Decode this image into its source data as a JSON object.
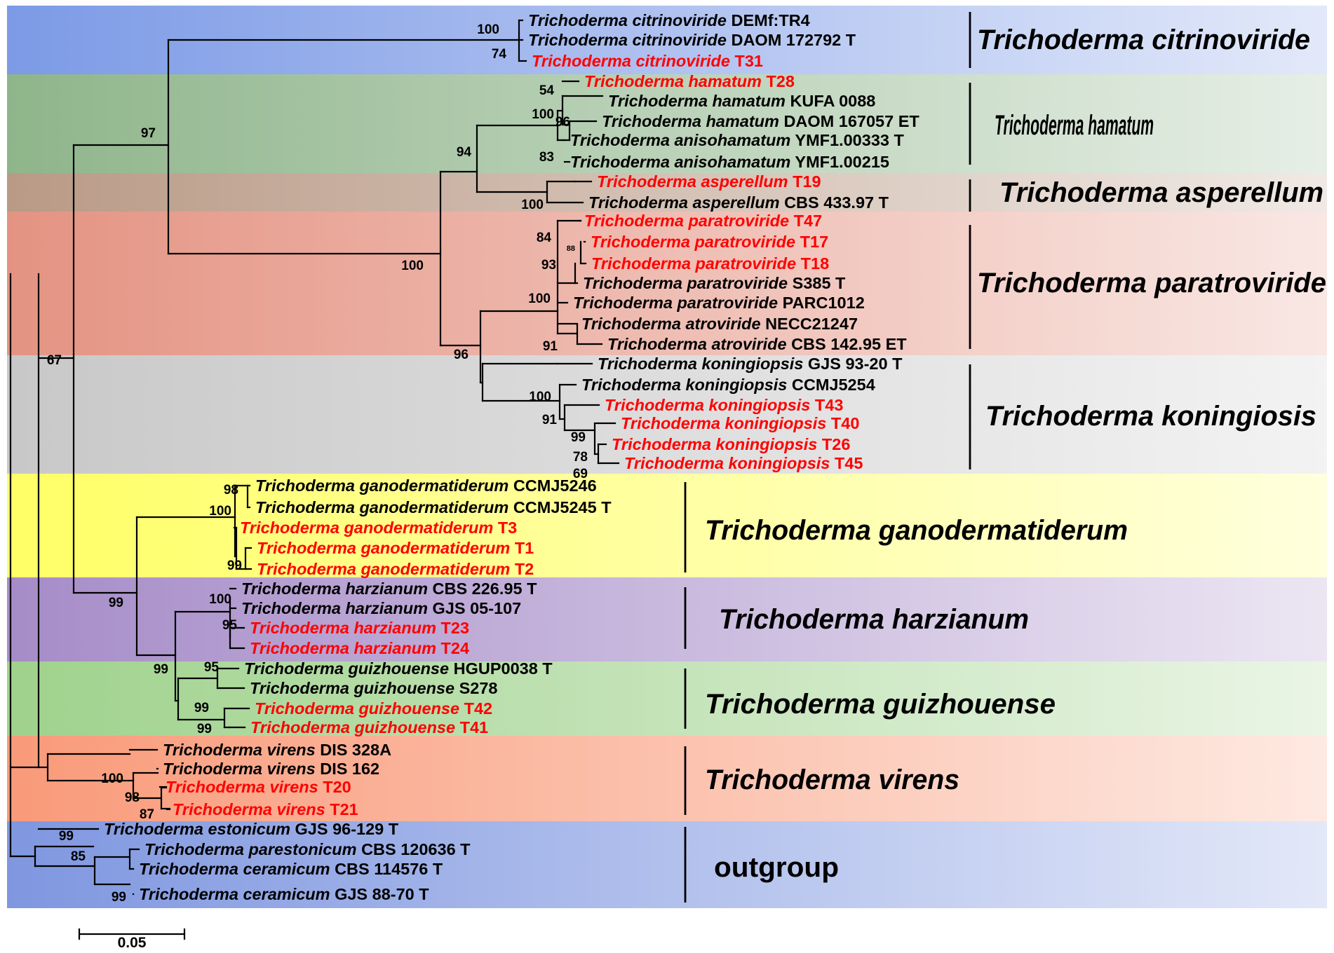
{
  "colors": {
    "tree_line": "#000000",
    "tip_black": "#000000",
    "tip_red": "#ff0000"
  },
  "bands": [
    {
      "name": "Trichoderma citrinoviride",
      "color": "#7c9ae6"
    },
    {
      "name": "Trichoderma hamatum",
      "color": "#8fb58b"
    },
    {
      "name": "Trichoderma asperellum",
      "color": "#b99a86"
    },
    {
      "name": "Trichoderma paratroviride",
      "color": "#e49382"
    },
    {
      "name": "Trichoderma koningiosis",
      "color": "#c8c8c8"
    },
    {
      "name": "Trichoderma ganodermatiderum",
      "color": "#ffff66"
    },
    {
      "name": "Trichoderma harzianum",
      "color": "#a68cc8"
    },
    {
      "name": "Trichoderma guizhouense",
      "color": "#9fd28c"
    },
    {
      "name": "Trichoderma virens",
      "color": "#f99a79"
    },
    {
      "name": "outgroup",
      "color": "#7f97e0"
    }
  ],
  "clade_labels": [
    "Trichoderma citrinoviride",
    "Trichoderma hamatum",
    "Trichoderma asperellum",
    "Trichoderma paratroviride",
    "Trichoderma koningiosis",
    "Trichoderma ganodermatiderum",
    "Trichoderma harzianum",
    "Trichoderma guizhouense",
    "Trichoderma virens",
    "outgroup"
  ],
  "tips": [
    {
      "species": "Trichoderma citrinoviride",
      "strain": "DEMf:TR4",
      "highlight": false
    },
    {
      "species": "Trichoderma citrinoviride",
      "strain": "DAOM 172792 T",
      "highlight": false
    },
    {
      "species": "Trichoderma citrinoviride",
      "strain": "T31",
      "highlight": true
    },
    {
      "species": "Trichoderma hamatum",
      "strain": "T28",
      "highlight": true
    },
    {
      "species": "Trichoderma hamatum",
      "strain": "KUFA 0088",
      "highlight": false
    },
    {
      "species": "Trichoderma hamatum",
      "strain": "DAOM 167057 ET",
      "highlight": false
    },
    {
      "species": "Trichoderma anisohamatum",
      "strain": "YMF1.00333 T",
      "highlight": false
    },
    {
      "species": "Trichoderma anisohamatum",
      "strain": "YMF1.00215",
      "highlight": false
    },
    {
      "species": "Trichoderma asperellum",
      "strain": "T19",
      "highlight": true
    },
    {
      "species": "Trichoderma asperellum",
      "strain": "CBS 433.97 T",
      "highlight": false
    },
    {
      "species": "Trichoderma paratroviride",
      "strain": "T47",
      "highlight": true
    },
    {
      "species": "Trichoderma paratroviride",
      "strain": "T17",
      "highlight": true
    },
    {
      "species": "Trichoderma paratroviride",
      "strain": "T18",
      "highlight": true
    },
    {
      "species": "Trichoderma paratroviride",
      "strain": "S385 T",
      "highlight": false
    },
    {
      "species": "Trichoderma paratroviride",
      "strain": "PARC1012",
      "highlight": false
    },
    {
      "species": "Trichoderma atroviride",
      "strain": "NECC21247",
      "highlight": false
    },
    {
      "species": "Trichoderma atroviride",
      "strain": "CBS 142.95 ET",
      "highlight": false
    },
    {
      "species": "Trichoderma koningiopsis",
      "strain": "GJS 93-20 T",
      "highlight": false
    },
    {
      "species": "Trichoderma koningiopsis",
      "strain": "CCMJ5254",
      "highlight": false
    },
    {
      "species": "Trichoderma koningiopsis",
      "strain": "T43",
      "highlight": true
    },
    {
      "species": "Trichoderma koningiopsis",
      "strain": "T40",
      "highlight": true
    },
    {
      "species": "Trichoderma koningiopsis",
      "strain": "T26",
      "highlight": true
    },
    {
      "species": "Trichoderma koningiopsis",
      "strain": "T45",
      "highlight": true
    },
    {
      "species": "Trichoderma ganodermatiderum",
      "strain": "CCMJ5246",
      "highlight": false
    },
    {
      "species": "Trichoderma ganodermatiderum",
      "strain": "CCMJ5245 T",
      "highlight": false
    },
    {
      "species": "Trichoderma ganodermatiderum",
      "strain": "T3",
      "highlight": true
    },
    {
      "species": "Trichoderma ganodermatiderum",
      "strain": "T1",
      "highlight": true
    },
    {
      "species": "Trichoderma ganodermatiderum",
      "strain": "T2",
      "highlight": true
    },
    {
      "species": "Trichoderma harzianum",
      "strain": "CBS 226.95 T",
      "highlight": false
    },
    {
      "species": "Trichoderma harzianum",
      "strain": "GJS 05-107",
      "highlight": false
    },
    {
      "species": "Trichoderma harzianum",
      "strain": "T23",
      "highlight": true
    },
    {
      "species": "Trichoderma harzianum",
      "strain": "T24",
      "highlight": true
    },
    {
      "species": "Trichoderma guizhouense",
      "strain": "HGUP0038 T",
      "highlight": false
    },
    {
      "species": "Trichoderma guizhouense",
      "strain": "S278",
      "highlight": false
    },
    {
      "species": "Trichoderma guizhouense",
      "strain": "T42",
      "highlight": true
    },
    {
      "species": "Trichoderma guizhouense",
      "strain": "T41",
      "highlight": true
    },
    {
      "species": "Trichoderma virens",
      "strain": "DIS 328A",
      "highlight": false
    },
    {
      "species": "Trichoderma virens",
      "strain": "DIS 162",
      "highlight": false
    },
    {
      "species": "Trichoderma virens",
      "strain": "T20",
      "highlight": true
    },
    {
      "species": "Trichoderma virens",
      "strain": "T21",
      "highlight": true
    },
    {
      "species": "Trichoderma estonicum",
      "strain": "GJS 96-129 T",
      "highlight": false
    },
    {
      "species": "Trichoderma parestonicum",
      "strain": "CBS 120636 T",
      "highlight": false
    },
    {
      "species": "Trichoderma ceramicum",
      "strain": "CBS 114576 T",
      "highlight": false
    },
    {
      "species": "Trichoderma ceramicum",
      "strain": "GJS 88-70 T",
      "highlight": false
    }
  ],
  "support_values": [
    "100",
    "74",
    "97",
    "54",
    "100",
    "96",
    "83",
    "94",
    "100",
    "84",
    "88",
    "93",
    "100",
    "91",
    "100",
    "96",
    "100",
    "91",
    "99",
    "78",
    "69",
    "67",
    "98",
    "100",
    "99",
    "99",
    "100",
    "95",
    "95",
    "99",
    "99",
    "99",
    "100",
    "98",
    "87",
    "99",
    "85",
    "99"
  ],
  "scale_bar": {
    "label": "0.05",
    "value": 0.05
  }
}
